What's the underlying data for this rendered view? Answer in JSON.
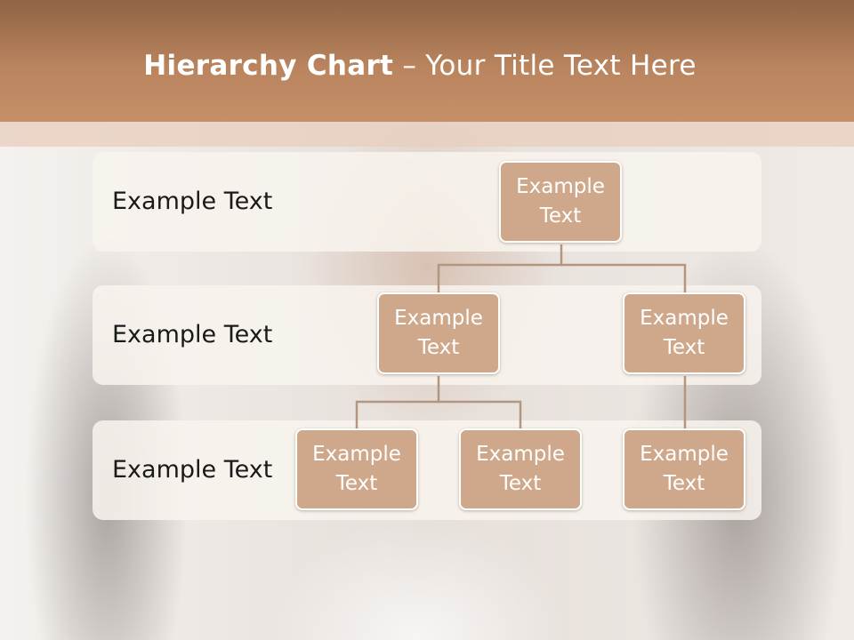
{
  "slide": {
    "title_bold": "Hierarchy Chart",
    "title_rest": " – Your Title Text Here"
  },
  "levels": [
    {
      "label": "Example Text"
    },
    {
      "label": "Example Text"
    },
    {
      "label": "Example Text"
    }
  ],
  "nodes": {
    "root": "Example Text",
    "level2_left": "Example Text",
    "level2_right": "Example Text",
    "level3_a": "Example Text",
    "level3_b": "Example Text",
    "level3_c": "Example Text"
  },
  "colors": {
    "node_fill": "#cfa88b",
    "connector": "#b39680",
    "header": "#b9845e"
  }
}
